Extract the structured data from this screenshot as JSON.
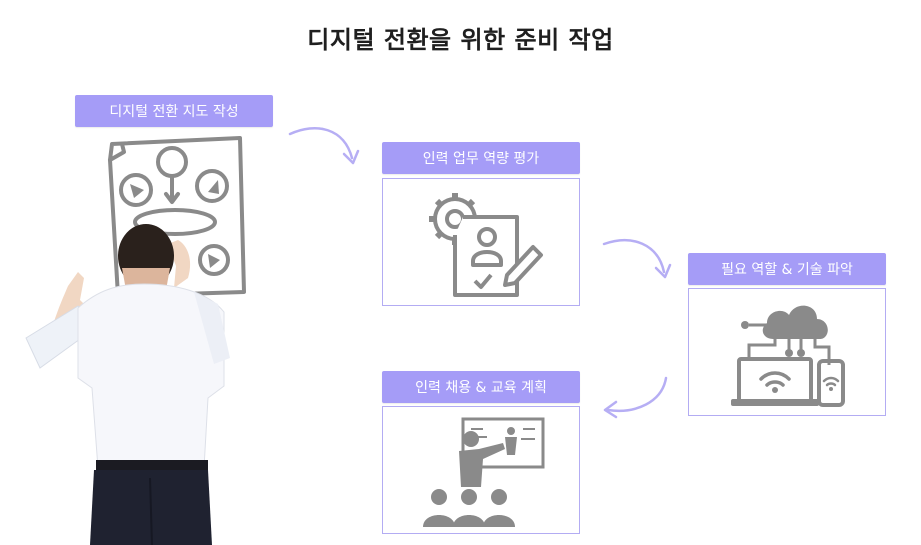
{
  "title": "디지털 전환을 위한 준비 작업",
  "steps": [
    {
      "label": "디지털 전환 지도 작성",
      "icon": "map-drawing-icon"
    },
    {
      "label": "인력 업무 역량 평가",
      "icon": "assessment-icon"
    },
    {
      "label": "필요 역할 & 기술 파악",
      "icon": "cloud-devices-icon"
    },
    {
      "label": "인력 채용 & 교육 계획",
      "icon": "training-icon"
    }
  ],
  "colors": {
    "label_bg": "#a59cf7",
    "card_border": "#b3acf3",
    "arrow": "#b6aef4",
    "icon_gray": "#8a8a8a"
  }
}
